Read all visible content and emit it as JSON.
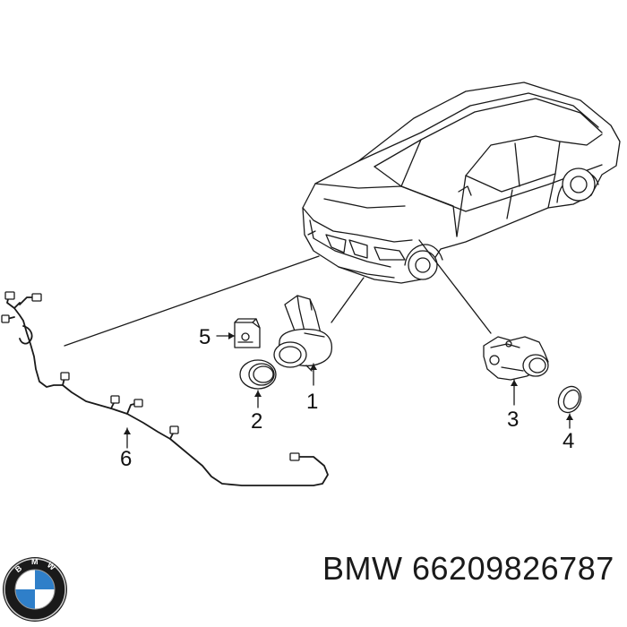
{
  "callouts": [
    {
      "id": "1",
      "text": "1"
    },
    {
      "id": "2",
      "text": "2"
    },
    {
      "id": "3",
      "text": "3"
    },
    {
      "id": "4",
      "text": "4"
    },
    {
      "id": "5",
      "text": "5"
    },
    {
      "id": "6",
      "text": "6"
    }
  ],
  "caption": {
    "brand": "BMW",
    "part_number": "66209826787",
    "full": "BMW 66209826787"
  },
  "logo": {
    "name": "bmw-roundel",
    "lettering": "BMW",
    "colors": {
      "ring": "#111111",
      "blue": "#2f7fc9",
      "white": "#ffffff"
    }
  }
}
